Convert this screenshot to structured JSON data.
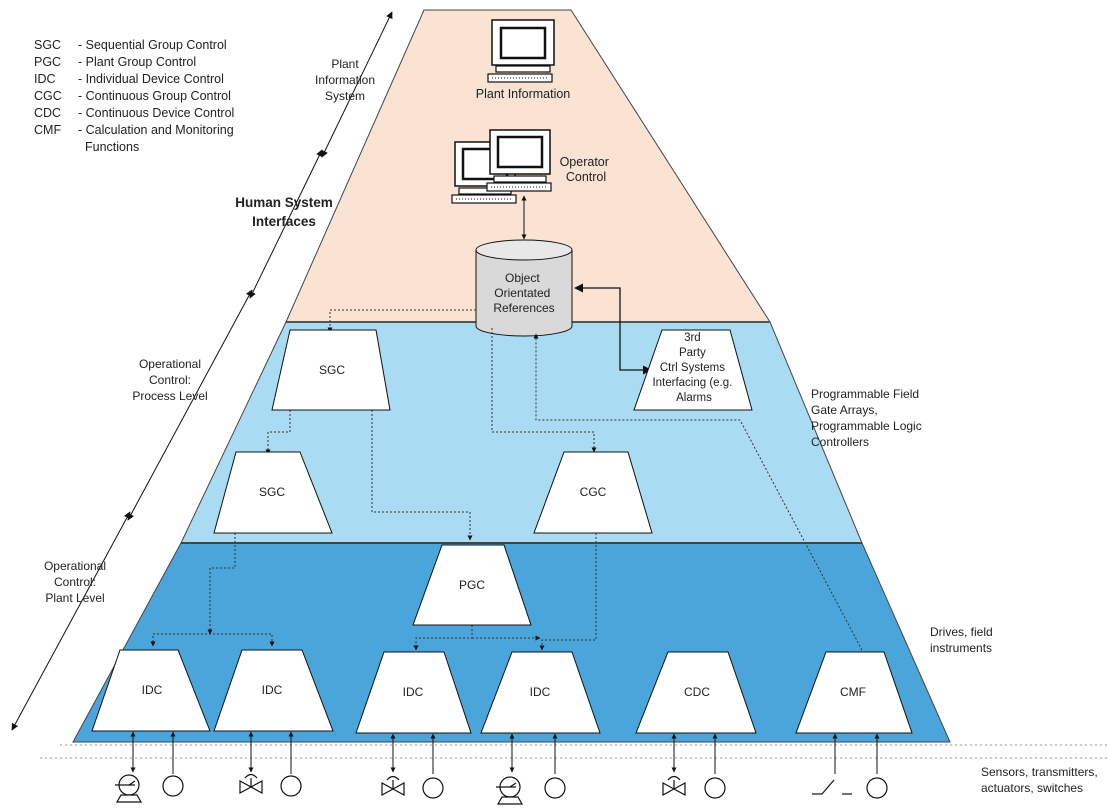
{
  "legend": [
    {
      "abbr": "SGC",
      "text": "- Sequential  Group Control"
    },
    {
      "abbr": "PGC",
      "text": "- Plant Group Control"
    },
    {
      "abbr": "IDC",
      "text": "- Individual Device Control"
    },
    {
      "abbr": "CGC",
      "text": "- Continuous Group Control"
    },
    {
      "abbr": "CDC",
      "text": "- Continuous Device Control"
    },
    {
      "abbr": "CMF",
      "text": "- Calculation and Monitoring"
    }
  ],
  "legend_continuation": "Functions",
  "axis_labels": {
    "plant_info_system": [
      "Plant",
      "Information",
      "System"
    ],
    "hsi": [
      "Human System",
      "Interfaces"
    ],
    "process_level": [
      "Operational",
      "Control:",
      "Process Level"
    ],
    "plant_level": [
      "Operational",
      "Control:",
      "Plant Level"
    ]
  },
  "right_labels": {
    "fpga": [
      "Programmable Field",
      "Gate Arrays,",
      "Programmable Logic",
      "Controllers"
    ],
    "drives": [
      "Drives, field",
      "instruments"
    ],
    "sensors": [
      "Sensors, transmitters,",
      "actuators, switches"
    ]
  },
  "top": {
    "plant_information": "Plant Information",
    "operator_control": [
      "Operator",
      "Control"
    ],
    "database": [
      "Object",
      "Orientated",
      "References"
    ]
  },
  "blocks": {
    "sgc_upper": "SGC",
    "third_party": [
      "3rd",
      "Party",
      "Ctrl Systems",
      "Interfacing (e.g.",
      "Alarms"
    ],
    "sgc_lower": "SGC",
    "cgc": "CGC",
    "pgc": "PGC",
    "idc1": "IDC",
    "idc2": "IDC",
    "idc3": "IDC",
    "idc4": "IDC",
    "cdc": "CDC",
    "cmf": "CMF"
  },
  "colors": {
    "top_band": "#fbe3d4",
    "middle_band": "#a9dbf2",
    "lower_band": "#4aa6da"
  }
}
